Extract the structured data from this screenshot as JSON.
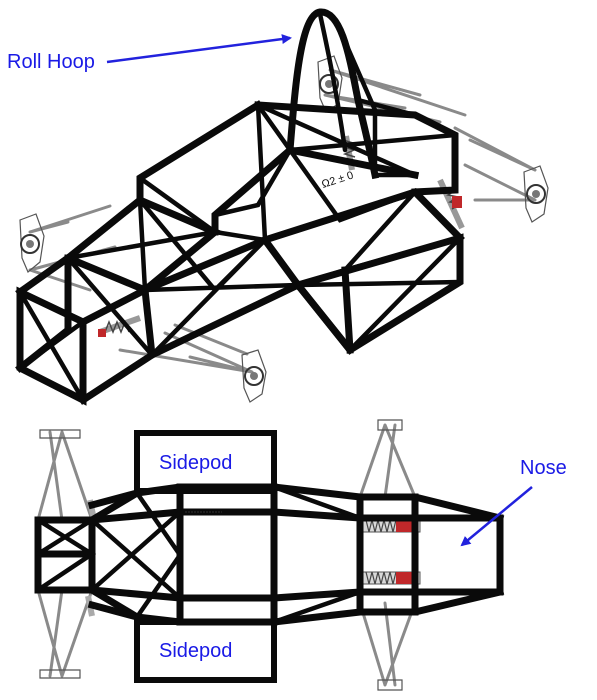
{
  "labels": {
    "roll_hoop": "Roll Hoop",
    "sidepod_top": "Sidepod",
    "sidepod_bottom": "Sidepod",
    "nose": "Nose",
    "dimension_text": "Ω2 ± 0"
  },
  "colors": {
    "label_text": "#1a1ae6",
    "arrow": "#2222dd",
    "frame_tube": "#0a0a0a",
    "suspension_arm": "#8a8a8a",
    "spring_red": "#c0282a"
  }
}
